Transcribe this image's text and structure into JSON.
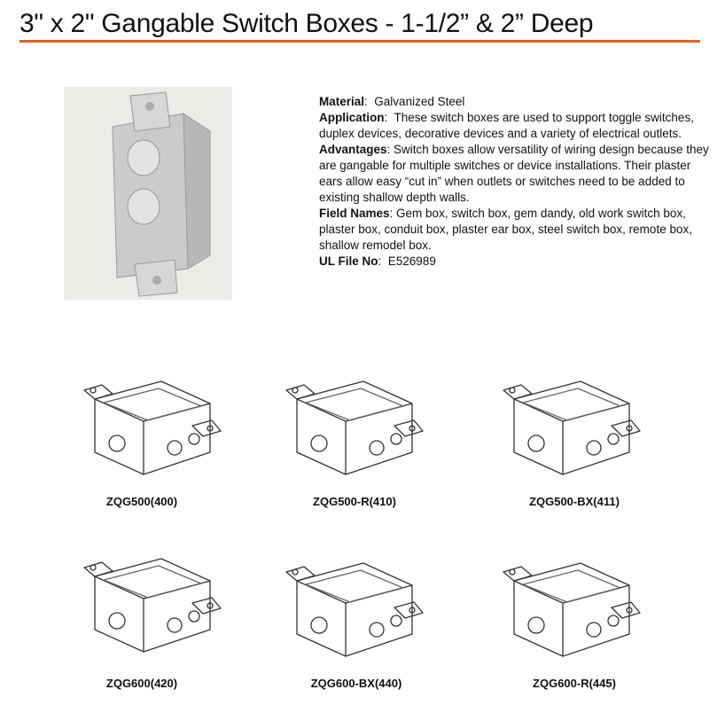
{
  "title": "3\" x 2\" Gangable Switch Boxes - 1-1/2” & 2” Deep",
  "specs": {
    "material_label": "Material",
    "material_value": "Galvanized Steel",
    "application_label": "Application",
    "application_value": "These switch boxes are used to support toggle switches, duplex devices, decorative devices and a variety of electrical outlets.",
    "advantages_label": "Advantages",
    "advantages_value": "Switch boxes allow versatility of wiring design because they are gangable for multiple switches or device installations. Their plaster ears allow easy “cut in” when outlets or switches need to be added to existing shallow depth walls.",
    "field_names_label": "Field Names",
    "field_names_value": "Gem box, switch box, gem dandy, old work switch box, plaster box, conduit box, plaster ear box, steel switch box, remote box, shallow remodel box.",
    "ul_label": "UL File No",
    "ul_value": "E526989"
  },
  "products": [
    {
      "model": "ZQG500(400)"
    },
    {
      "model": "ZQG500-R(410)"
    },
    {
      "model": "ZQG500-BX(411)"
    },
    {
      "model": "ZQG600(420)"
    },
    {
      "model": "ZQG600-BX(440)"
    },
    {
      "model": "ZQG600-R(445)"
    }
  ]
}
